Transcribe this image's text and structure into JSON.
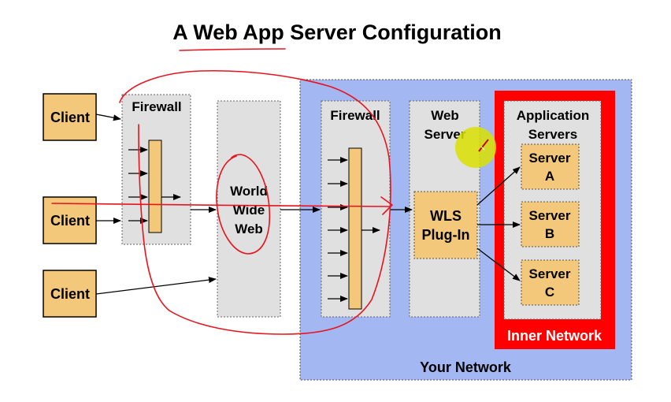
{
  "title": "A Web App Server Configuration",
  "clients": [
    "Client",
    "Client",
    "Client"
  ],
  "outer_firewall": {
    "label": "Firewall"
  },
  "internet": {
    "label_lines": [
      "World",
      "Wide",
      "Web"
    ]
  },
  "your_network": {
    "label": "Your Network"
  },
  "inner_firewall": {
    "label": "Firewall"
  },
  "web_server": {
    "label_lines": [
      "Web",
      "Server"
    ]
  },
  "plugin": {
    "label_lines": [
      "WLS",
      "Plug-In"
    ]
  },
  "app_servers": {
    "label_lines": [
      "Application",
      "Servers"
    ]
  },
  "servers": [
    {
      "label_lines": [
        "Server",
        "A"
      ]
    },
    {
      "label_lines": [
        "Server",
        "B"
      ]
    },
    {
      "label_lines": [
        "Server",
        "C"
      ]
    }
  ],
  "inner_network": {
    "label": "Inner Network"
  },
  "colors": {
    "client_fill": "#f4c87a",
    "panel_fill": "#e0e0e0",
    "your_network_fill": "#a3b8f3",
    "inner_network_fill": "#ff0000",
    "annotation_ink": "#e8141e",
    "highlight": "#d9e000"
  }
}
